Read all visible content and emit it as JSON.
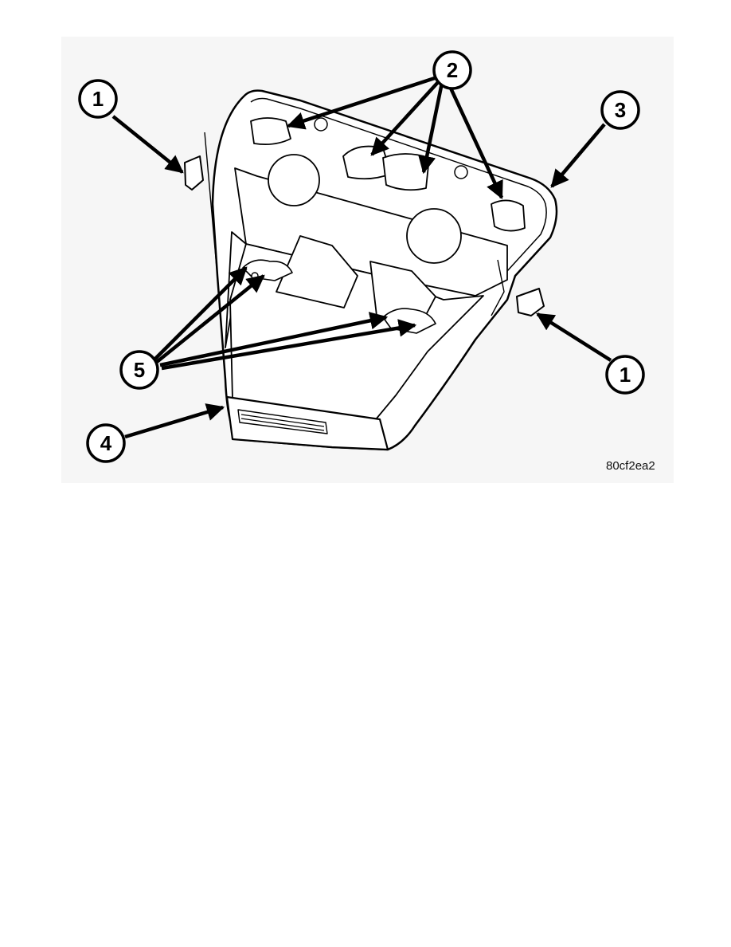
{
  "figure": {
    "figure_id": "80cf2ea2",
    "background_color": "#f6f6f6",
    "line_color": "#000000",
    "callouts": [
      {
        "label": "1",
        "name": "callout-1-left"
      },
      {
        "label": "2",
        "name": "callout-2-top"
      },
      {
        "label": "3",
        "name": "callout-3-right"
      },
      {
        "label": "1",
        "name": "callout-1-right"
      },
      {
        "label": "5",
        "name": "callout-5-left"
      },
      {
        "label": "4",
        "name": "callout-4-bottom"
      }
    ]
  }
}
